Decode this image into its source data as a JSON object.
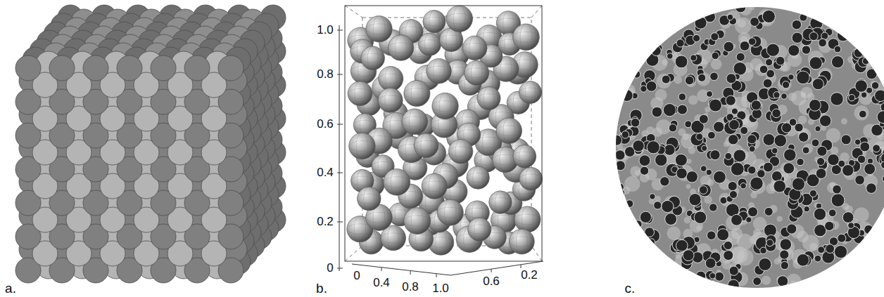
{
  "diagram": {
    "labels": [
      "a.",
      "1.0",
      "0.8",
      "0.6",
      "0.4",
      "0.2",
      "0",
      "0",
      "0.4",
      "0.8",
      "1.0",
      "0.6",
      "0.2",
      "b.",
      "c."
    ]
  }
}
